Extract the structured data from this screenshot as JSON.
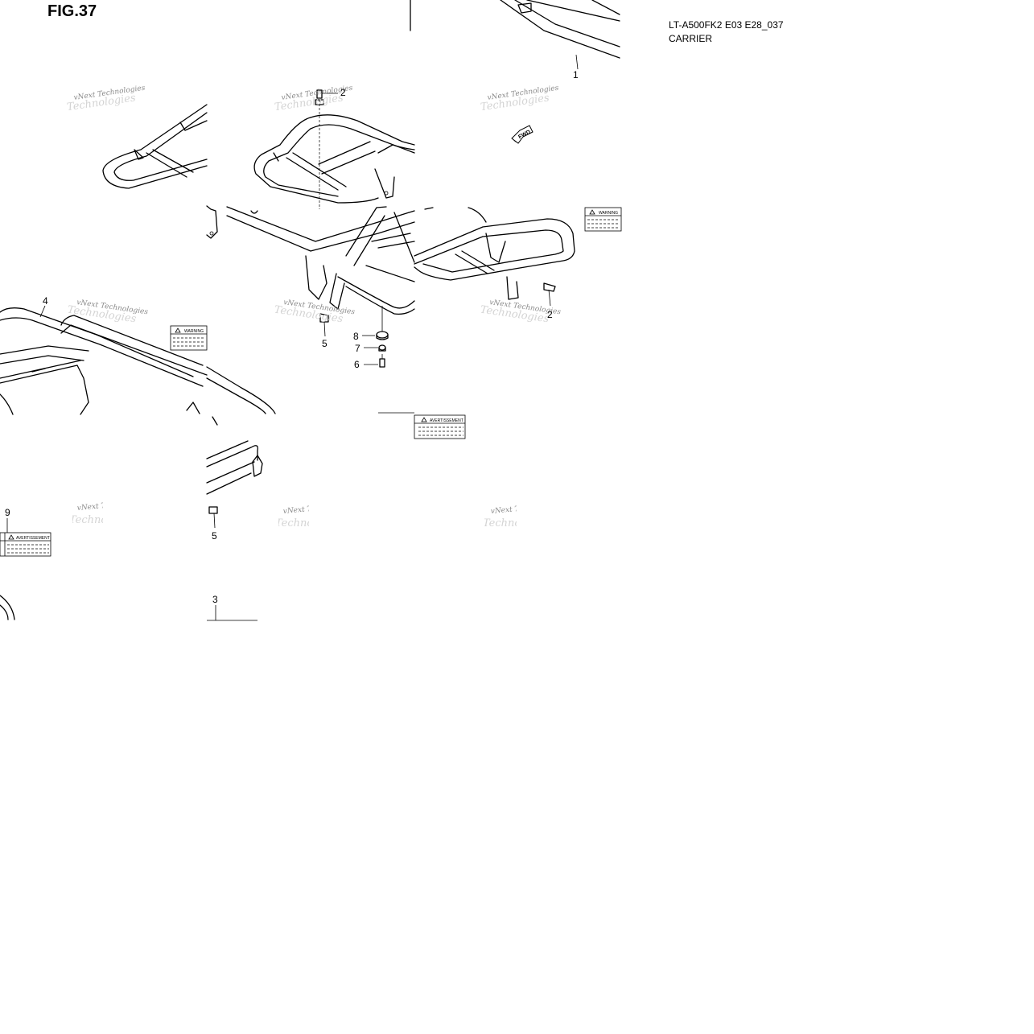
{
  "header": {
    "figure_label": "FIG.37",
    "model_code": "LT-A500FK2 E03 E28_037",
    "section_title": "CARRIER"
  },
  "watermark": {
    "line1": "vNext Technologies",
    "line2": "Technologies"
  },
  "callouts": [
    "1",
    "2",
    "2",
    "3",
    "4",
    "5",
    "5",
    "6",
    "7",
    "8",
    "9"
  ],
  "direction_marker": {
    "text": "FWD"
  },
  "labels": {
    "warning": "WARNING",
    "avertissement": "AVERTISSEMENT"
  }
}
